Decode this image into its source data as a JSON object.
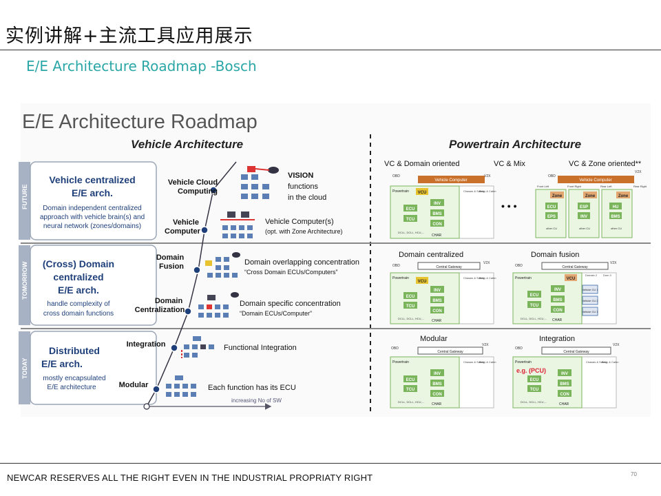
{
  "slide": {
    "title": "实例讲解+主流工具应用展示",
    "subtitle": "E/E Architecture Roadmap -Bosch",
    "footer": "NEWCAR RESERVES ALL THE RIGHT EVEN IN THE INDUSTRIAL PROPRIATY RIGHT",
    "page_number": "70"
  },
  "roadmap": {
    "title": "E/E Architecture Roadmap",
    "vehicle_heading": "Vehicle Architecture",
    "powertrain_heading": "Powertrain Architecture",
    "axis_label": "increasing No of SW",
    "eras": [
      {
        "tag": "FUTURE",
        "heading1": "Vehicle centralized",
        "heading2": "E/E arch.",
        "desc1": "Domain independent centralized",
        "desc2": "approach with vehicle brain(s) and",
        "desc3": "neural network (zones/domains)"
      },
      {
        "tag": "TOMORROW",
        "heading1": "(Cross) Domain",
        "heading2": "centralized",
        "heading3": "E/E arch.",
        "desc1": "handle complexity of",
        "desc2": "cross domain functions"
      },
      {
        "tag": "TODAY",
        "heading1": "Distributed",
        "heading2": "E/E arch.",
        "desc1": "mostly encapsulated",
        "desc2": "E/E architecture"
      }
    ],
    "steps": [
      {
        "label1": "Vehicle Cloud",
        "label2": "Computing",
        "desc1": "VISION",
        "desc2": "functions",
        "desc3": "in the cloud"
      },
      {
        "label1": "Vehicle",
        "label2": "Computer",
        "desc1": "Vehicle Computer(s)",
        "desc2": "(opt. with Zone Architecture)"
      },
      {
        "label1": "Domain",
        "label2": "Fusion",
        "desc1": "Domain overlapping concentration",
        "desc2": "“Cross Domain ECUs/Computers”"
      },
      {
        "label1": "Domain",
        "label2": "Centralization",
        "desc1": "Domain specific concentration",
        "desc2": "“Domain ECUs/Computer”"
      },
      {
        "label1": "Integration",
        "desc1": "Functional Integration"
      },
      {
        "label1": "Modular",
        "desc1": "Each function has its ECU"
      }
    ],
    "powertrain": {
      "panels": [
        {
          "title": "VC & Domain oriented",
          "top": "Vehicle Computer",
          "left_label": "Powertrain",
          "center_box": "VCU",
          "units": [
            "ECU",
            "TCU",
            "INV",
            "BMS",
            "CON"
          ],
          "char": "CHAR",
          "side": "Chassis & Safety",
          "side2": "Body & Cabin",
          "obd": "OBD",
          "v2x": "V2X",
          "misc": "DCLL, DCLL, HCU,..."
        },
        {
          "title": "VC & Mix",
          "dots": "• • •"
        },
        {
          "title": "VC & Zone oriented**",
          "top": "Vehicle Computer",
          "zones": [
            "Front Left",
            "Front Right",
            "Rear Left",
            "Rear Right"
          ],
          "zone_box": "Zone",
          "units": [
            "ECU",
            "EPS",
            "ESP",
            "INV",
            "HU",
            "BMS"
          ],
          "other": "other CU",
          "obd": "OBD",
          "v2x": "V2X"
        },
        {
          "title": "Domain centralized",
          "top": "Central Gateway",
          "left_label": "Powertrain",
          "center_box": "VCU",
          "units": [
            "ECU",
            "TCU",
            "INV",
            "BMS",
            "CON"
          ],
          "char": "CHAR",
          "side": "Chassis & Safety",
          "side2": "Body & Cabin",
          "obd": "OBD",
          "v2x": "V2X",
          "misc": "DCLL, DCLL, HCU,..."
        },
        {
          "title": "Domain fusion",
          "top": "Central Gateway",
          "left_label": "Powertrain",
          "center_box": "VCU",
          "units": [
            "ECU",
            "TCU",
            "INV",
            "BMS",
            "CON"
          ],
          "char": "CHAR",
          "side": "Domain 2",
          "side2": "Dom 3",
          "cus": [
            "Vehicle CU 1",
            "Vehicle CU 2",
            "Vehicle CU 3"
          ],
          "obd": "OBD",
          "v2x": "V2X",
          "misc": "DCLL, DCLL, HCU,..."
        },
        {
          "title": "Modular",
          "top": "Central Gateway",
          "left_label": "Powertrain",
          "units": [
            "ECU",
            "TCU",
            "INV",
            "BMS",
            "CON"
          ],
          "char": "CHAR",
          "side": "Chassis & Safety",
          "side2": "Body & Cabin",
          "obd": "OBD",
          "v2x": "V2X",
          "misc": "DCLL, DCLL, HCU,..."
        },
        {
          "title": "Integration",
          "top": "Central Gateway",
          "left_label": "Powertrain",
          "pcu": "e.g. (PCU)",
          "units": [
            "ECU",
            "TCU",
            "INV",
            "BMS",
            "CON"
          ],
          "char": "CHAR",
          "side": "Chassis & Safety",
          "side2": "Body & Cabin",
          "obd": "OBD",
          "v2x": "V2X",
          "misc": "DCLL, DCLL, HCU,..."
        }
      ]
    }
  }
}
